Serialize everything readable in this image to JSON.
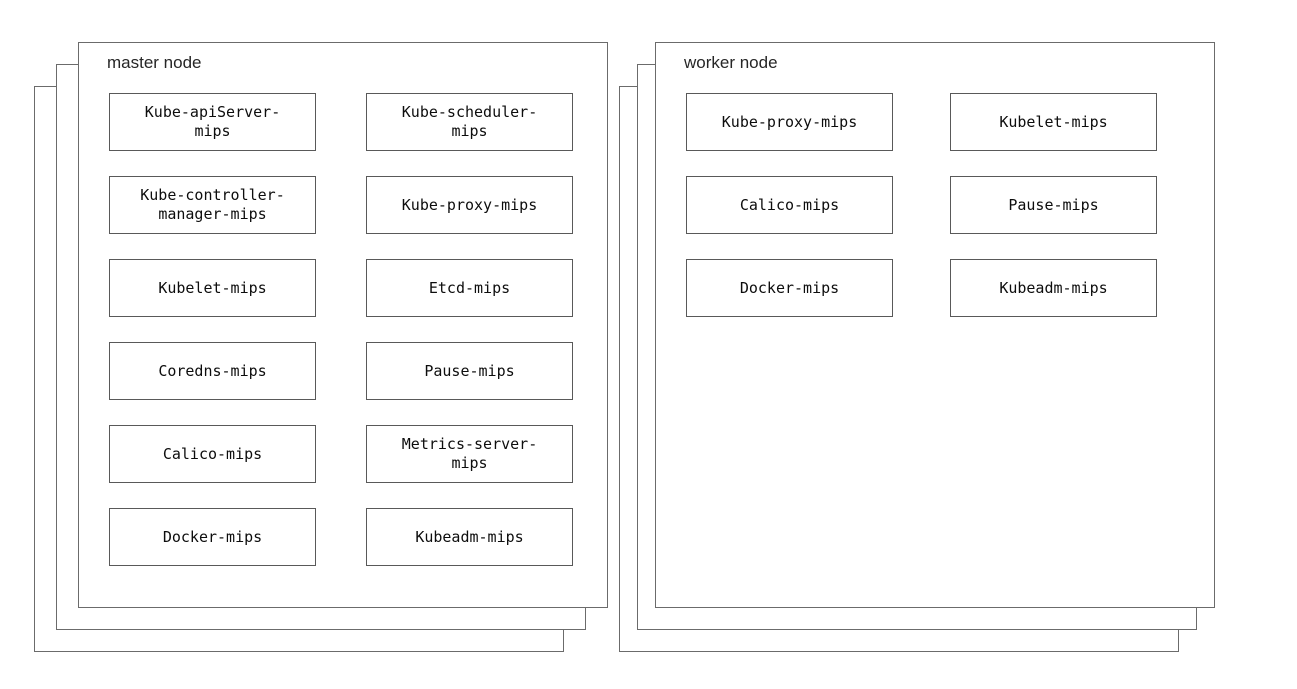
{
  "diagram": {
    "colors": {
      "background": "#ffffff",
      "outer_border": "#6b6b6b",
      "component_border": "#595959",
      "text": "#0d0d0d"
    },
    "nodes": [
      {
        "title": "master node",
        "stack_count": 3,
        "components": [
          "Kube-apiServer-mips",
          "Kube-scheduler-mips",
          "Kube-controller-manager-mips",
          "Kube-proxy-mips",
          "Kubelet-mips",
          "Etcd-mips",
          "Coredns-mips",
          "Pause-mips",
          "Calico-mips",
          "Metrics-server-mips",
          "Docker-mips",
          "Kubeadm-mips"
        ]
      },
      {
        "title": "worker node",
        "stack_count": 3,
        "components": [
          "Kube-proxy-mips",
          "Kubelet-mips",
          "Calico-mips",
          "Pause-mips",
          "Docker-mips",
          "Kubeadm-mips"
        ]
      }
    ]
  }
}
